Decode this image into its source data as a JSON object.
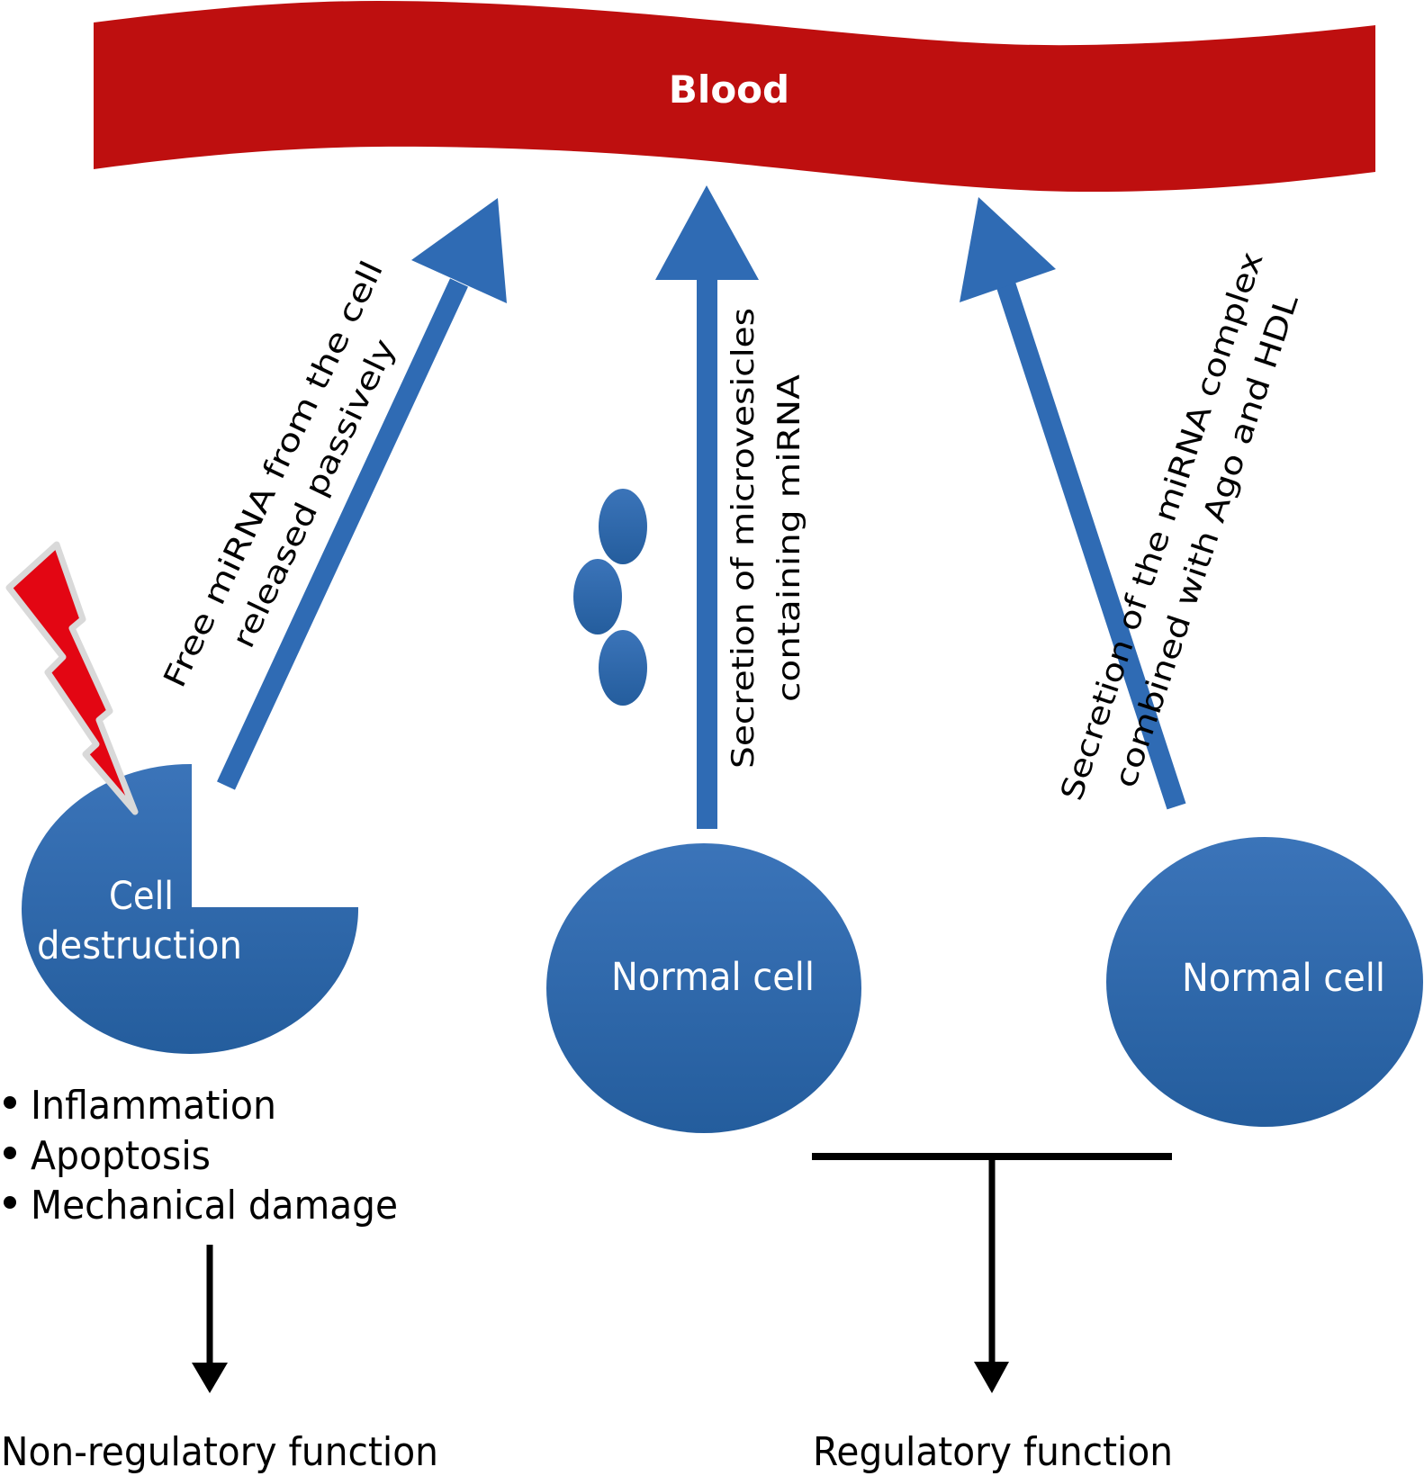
{
  "colors": {
    "blood": "#BE0F0F",
    "cell_top": "#3B74B9",
    "cell_bottom": "#245D9D",
    "arrow_blue": "#2F6BB4",
    "lightning_fill": "#E30613",
    "lightning_outline": "#D9D9D9",
    "line_black": "#000000"
  },
  "blood": {
    "label": "Blood"
  },
  "pathways": [
    {
      "id": "passive-release",
      "label_lines": [
        "Free miRNA from the cell",
        "released passively"
      ],
      "source": "Cell destruction"
    },
    {
      "id": "microvesicles",
      "label_lines": [
        "Secretion of microvesicles",
        "containing miRNA"
      ],
      "source": "Normal cell"
    },
    {
      "id": "ago-hdl-complex",
      "label_lines": [
        "Secretion of the miRNA complex",
        "combined with Ago and HDL"
      ],
      "source": "Normal cell"
    }
  ],
  "cells": {
    "destroyed": {
      "label_lines": [
        "Cell",
        "destruction"
      ]
    },
    "normal_middle": {
      "label": "Normal cell"
    },
    "normal_right": {
      "label": "Normal cell"
    }
  },
  "causes": [
    "Inflammation",
    "Apoptosis",
    "Mechanical damage"
  ],
  "outcomes": {
    "non_regulatory": "Non-regulatory function",
    "regulatory": "Regulatory function"
  },
  "icons": {
    "lightning": "lightning-bolt-icon",
    "vesicles": "microvesicle-icon"
  }
}
